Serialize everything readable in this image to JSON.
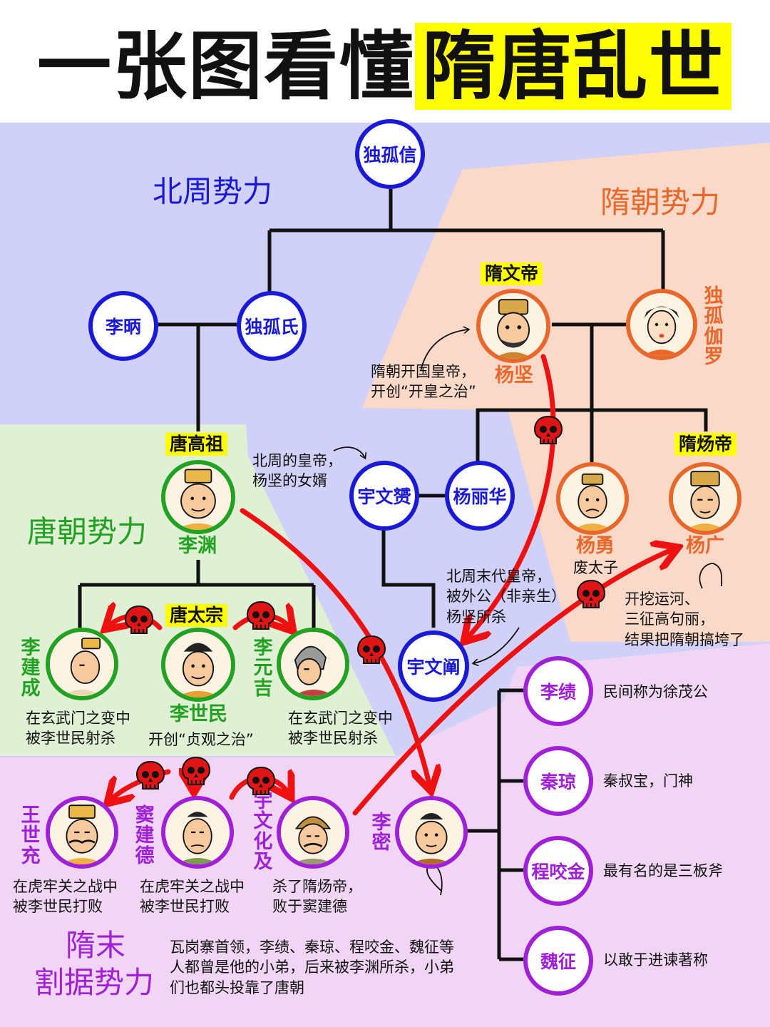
{
  "title": {
    "part1": "一张图看懂",
    "part2": "隋唐乱世"
  },
  "regions": {
    "beizhou": "北周势力",
    "sui": "隋朝势力",
    "tang": "唐朝势力",
    "suimo_line1": "隋末",
    "suimo_line2": "割据势力"
  },
  "nodes": {
    "dugu_xin": "独孤信",
    "li_bing": "李昞",
    "dugu_shi": "独孤氏",
    "yuwen_yun": "宇文赟",
    "yang_lihua": "杨丽华",
    "yuwen_chan": "宇文阐",
    "li_ji": "李绩",
    "qin_qiong": "秦琼",
    "cheng_yaojin": "程咬金",
    "wei_zheng": "魏征"
  },
  "people": {
    "yang_jian": {
      "tag": "隋文帝",
      "name": "杨坚"
    },
    "dugu_qieluo": {
      "name": "独孤伽罗"
    },
    "yang_yong": {
      "name": "杨勇",
      "sub": "废太子"
    },
    "yang_guang": {
      "tag": "隋炀帝",
      "name": "杨广"
    },
    "li_yuan": {
      "tag": "唐高祖",
      "name": "李渊"
    },
    "li_jiancheng": {
      "name": "李建成"
    },
    "li_shimin": {
      "tag": "唐太宗",
      "name": "李世民"
    },
    "li_yuanji": {
      "name": "李元吉"
    },
    "wang_shichong": {
      "name": "王世充"
    },
    "dou_jiande": {
      "name": "窦建德"
    },
    "yuwen_huaji": {
      "name": "宇文化及"
    },
    "li_mi": {
      "name": "李密"
    }
  },
  "notes": {
    "yang_jian": "隋朝开国皇帝，\n开创“开皇之治”",
    "yuwen_yun": "北周的皇帝，\n杨坚的女婿",
    "yuwen_chan": "北周末代皇帝，\n被外公（非亲生）\n杨坚所杀",
    "yang_guang": "开挖运河、\n三征高句丽，\n结果把隋朝搞垮了",
    "li_jiancheng": "在玄武门之变中\n被李世民射杀",
    "li_shimin": "开创“贞观之治”",
    "li_yuanji": "在玄武门之变中\n被李世民射杀",
    "wang_shichong": "在虎牢关之战中\n被李世民打败",
    "dou_jiande": "在虎牢关之战中\n被李世民打败",
    "yuwen_huaji": "杀了隋炀帝，\n败于窦建德",
    "li_mi": "瓦岗寨首领，李绩、秦琼、程咬金、魏征等\n人都曾是他的小弟，后来被李渊所杀，小弟\n们也都头投靠了唐朝",
    "li_ji": "民间称为徐茂公",
    "qin_qiong": "秦叔宝，门神",
    "cheng_yaojin": "最有名的是三板斧",
    "wei_zheng": "以敢于进谏著称"
  },
  "colors": {
    "beizhou": "#1a1ad6",
    "sui": "#e8672a",
    "tang": "#22a122",
    "suimo": "#a020d8",
    "arrow": "#ee1111",
    "title_highlight": "#ffff00"
  }
}
